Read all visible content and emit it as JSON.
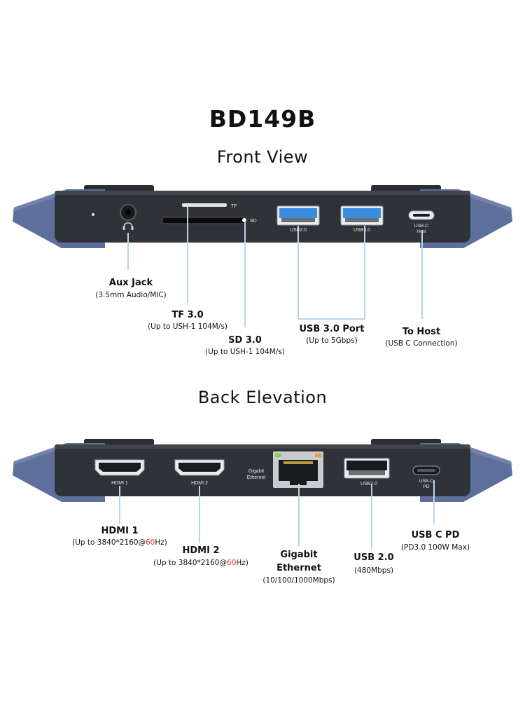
{
  "model": "BD149B",
  "front": {
    "title": "Front View",
    "device_labels": {
      "tf": "TF",
      "sd": "SD",
      "usb1": "USB3.0",
      "usb2": "USB3.0",
      "usbc_top": "USB-C",
      "usbc_bottom": "Host"
    },
    "callouts": {
      "aux": {
        "label": "Aux Jack",
        "sub": "(3.5mm Audio/MIC)"
      },
      "tf": {
        "label": "TF 3.0",
        "sub": "(Up to USH-1 104M/s)"
      },
      "sd": {
        "label": "SD 3.0",
        "sub": "(Up to USH-1 104M/s)"
      },
      "usb30": {
        "label": "USB 3.0 Port",
        "sub": "(Up to 5Gbps)"
      },
      "host": {
        "label": "To Host",
        "sub": "(USB C Connection)"
      }
    }
  },
  "back": {
    "title": "Back Elevation",
    "device_labels": {
      "hdmi1": "HDMI 1",
      "hdmi2": "HDMI 2",
      "eth_line1": "Gigabit",
      "eth_line2": "Ethernet",
      "usb20": "USB2.0",
      "usbc_top": "USB-C",
      "usbc_bottom": "PD"
    },
    "callouts": {
      "hdmi1": {
        "label": "HDMI 1",
        "sub_pre": "(Up to 3840*2160@",
        "sub_hz": "60",
        "sub_post": "Hz)"
      },
      "hdmi2": {
        "label": "HDMI 2",
        "sub_pre": "(Up to 3840*2160@",
        "sub_hz": "60",
        "sub_post": "Hz)"
      },
      "ethernet": {
        "label_line1": "Gigabit",
        "label_line2": "Ethernet",
        "sub": "(10/100/1000Mbps)"
      },
      "usb20": {
        "label": "USB 2.0",
        "sub": "(480Mbps)"
      },
      "usbcpd": {
        "label": "USB C PD",
        "sub": "(PD3.0 100W Max)"
      }
    }
  },
  "colors": {
    "body": "#2f3237",
    "wing": "#5d6f9a",
    "usb3_blue": "#3b8de0",
    "accent_red": "#e23b2a"
  }
}
